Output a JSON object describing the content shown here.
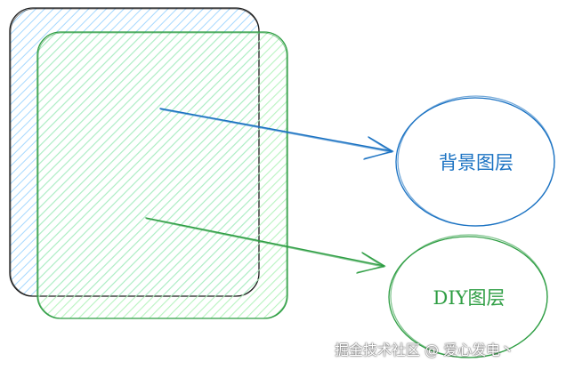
{
  "labels": {
    "background_layer": "背景图层",
    "diy_layer": "DIY图层"
  },
  "watermark": "掘金技术社区 @ 爱心发电丶",
  "colors": {
    "background_layer_fill": "#cfe9f4",
    "background_layer_stroke": "#1e1e1e",
    "diy_layer_fill": "#c9f2d6",
    "diy_layer_stroke": "#2f9e44",
    "blue": "#1971c2",
    "green": "#2f9e44"
  }
}
